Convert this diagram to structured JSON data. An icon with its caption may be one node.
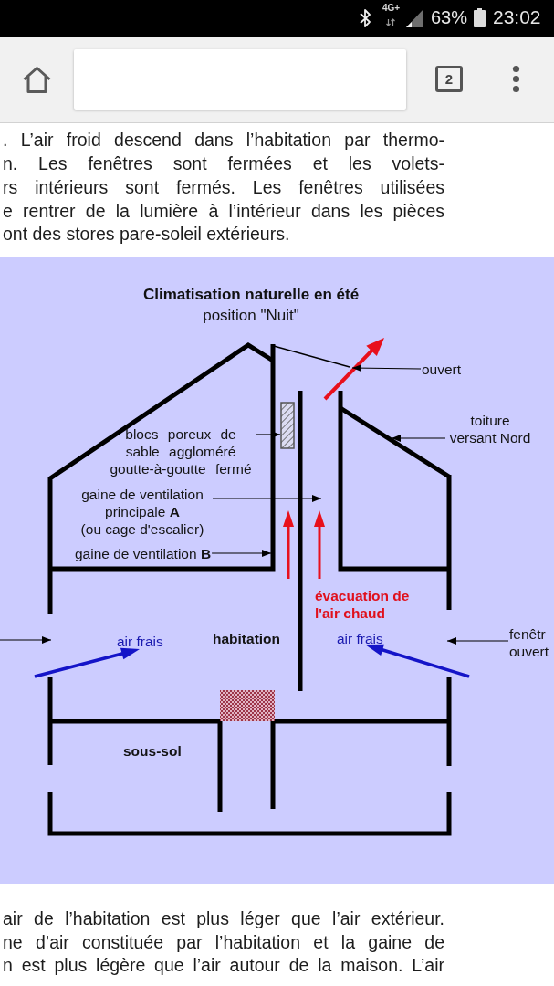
{
  "diagram": {
    "title": "Climatisation naturelle en été",
    "nodes": [
      {
        "text": [
          "ouvert"
        ]
      },
      {
        "text": [],
        "shape": "line"
      },
      {
        "text": [
          "toiture versant Nord"
        ]
      },
      {
        "text": [],
        "shape": "line"
      },
      {
        "text": [
          "blocs poreux de sable aggloméré goutte-à-goutte fermé"
        ]
      },
      {
        "text": [],
        "shape": "box"
      },
      {
        "text": [
          "gaine de ventilation principale **A**",
          "(ou cage d'escalier)"
        ]
      },
      {
        "text": [
          "gaine de ventilation **B**"
        ]
      },
      {
        "text": [
          "fenêtr ouvert"
        ]
      }
    ],
    "edges": [
      {
        "from": 0,
        "to": 1,
        "arrow": "to"
      },
      {
        "from": 2,
        "to": 3,
        "arrow": "to"
      },
      {
        "from": 4,
        "to": 5,
        "arrow": "to"
      },
      {
        "from": 6,
        "to": null,
        "arrow": "to"
      },
      {
        "from": 7,
        "to": null,
        "arrow": "to"
      },
      {
        "from": 8,
        "to": null,
        "arrow": "to"
      }
    ],
    "labels": [
      "4G+",
      "63%",
      "23:02",
      "2",
      ". L’air froid descend dans l’habitation par thermo-",
      "n. Les fenêtres sont fermées et les volets-",
      "rs intérieurs sont fermés. Les fenêtres utilisées",
      "e rentrer de la lumière à l’intérieur dans les pièces",
      "ont des stores pare-soleil extérieurs.",
      "position \"Nuit\"",
      "évacuation de l'air chaud",
      "air frais",
      "habitation",
      "air frais",
      "sous-sol",
      "air de l’habitation est plus léger que l’air extérieur.",
      "ne d’air constituée par l’habitation et la gaine de",
      "n est plus légère que l’air autour de la maison. L’air"
    ]
  }
}
